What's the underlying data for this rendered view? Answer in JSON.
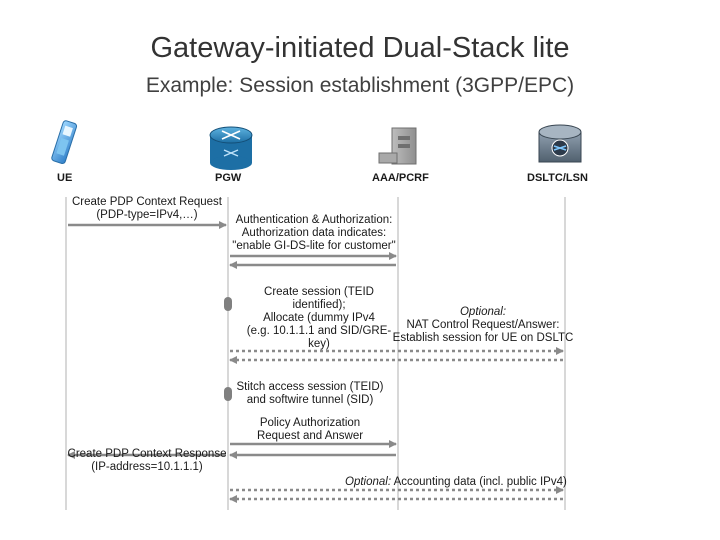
{
  "header": {
    "title": "Gateway-initiated Dual-Stack lite",
    "subtitle": "Example: Session establishment (3GPP/EPC)"
  },
  "nodes": [
    {
      "id": "ue",
      "label": "UE",
      "icon": "mobile-phone-icon"
    },
    {
      "id": "pgw",
      "label": "PGW",
      "icon": "router-icon"
    },
    {
      "id": "aaa",
      "label": "AAA/PCRF",
      "icon": "server-icon"
    },
    {
      "id": "dsltc",
      "label": "DSLTC/LSN",
      "icon": "switch-icon"
    }
  ],
  "messages": {
    "create_pdp_req": [
      "Create PDP Context Request",
      "(PDP-type=IPv4,…)"
    ],
    "auth": [
      "Authentication & Authorization:",
      "Authorization data indicates:",
      "\"enable GI-DS-lite for customer\""
    ],
    "create_session": [
      "Create session (TEID",
      "identified);",
      "Allocate (dummy IPv4",
      "(e.g. 10.1.1.1 and SID/GRE-",
      "key)"
    ],
    "nat_control": {
      "optional": "Optional:",
      "lines": [
        "NAT Control Request/Answer:",
        "Establish session for UE on DSLTC"
      ]
    },
    "stitch": [
      "Stitch access session (TEID)",
      "and softwire tunnel (SID)"
    ],
    "policy": [
      "Policy Authorization",
      "Request and Answer"
    ],
    "create_pdp_resp": [
      "Create PDP Context Response",
      "(IP-address=10.1.1.1)"
    ],
    "accounting": {
      "optional": "Optional:",
      "text": " Accounting data (incl. public IPv4)"
    }
  },
  "colors": {
    "arrow": "#8a8a8a",
    "lifeline": "#cccccc",
    "activation": "#808080",
    "title": "#333333"
  }
}
